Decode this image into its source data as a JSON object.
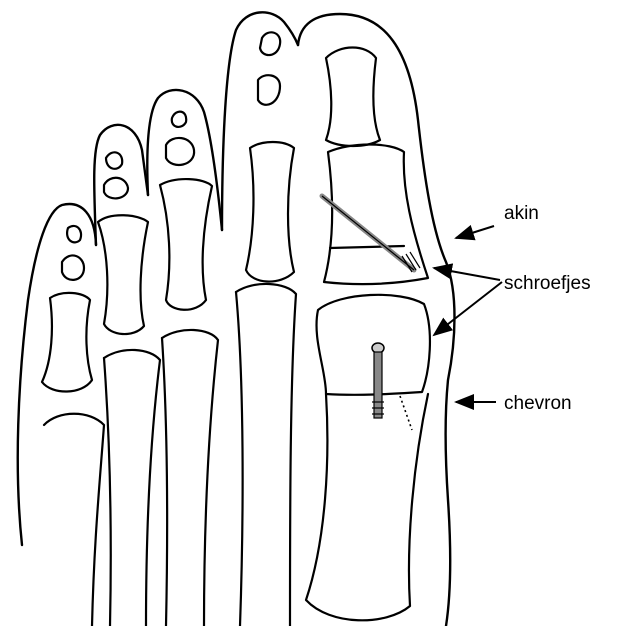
{
  "labels": {
    "akin": "akin",
    "screws": "schroefjes",
    "chevron": "chevron"
  },
  "colors": {
    "line": "#000000",
    "background": "#ffffff",
    "screw": "#888888"
  }
}
